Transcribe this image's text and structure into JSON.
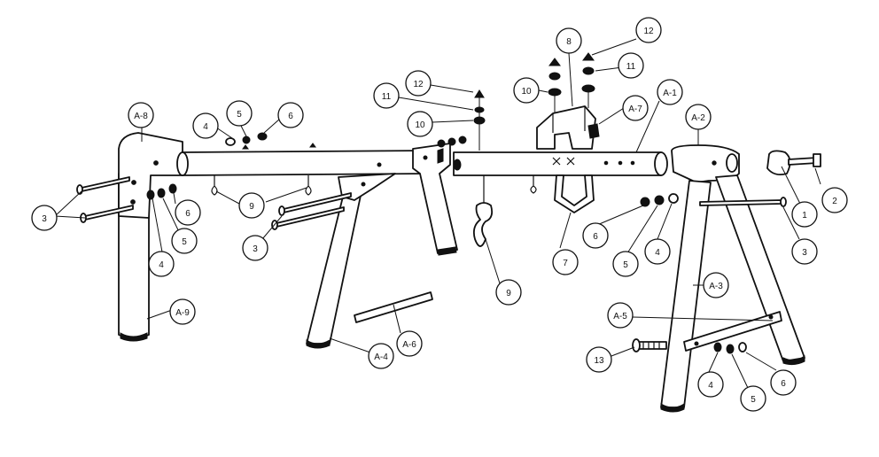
{
  "callouts": {
    "a8": "A-8",
    "a9": "A-9",
    "a1": "A-1",
    "a7": "A-7",
    "a2": "A-2",
    "a3": "A-3",
    "a4": "A-4",
    "a5": "A-5",
    "a6": "A-6",
    "n1": "1",
    "n2": "2",
    "n3_left": "3",
    "n3_mid": "3",
    "n3_right": "3",
    "n4_topleft": "4",
    "n4_left": "4",
    "n4_mid": "4",
    "n4_bottom": "4",
    "n5_topleft": "5",
    "n5_left": "5",
    "n5_mid": "5",
    "n5_bottom": "5",
    "n6_topleft": "6",
    "n6_left": "6",
    "n6_mid": "6",
    "n6_bottom": "6",
    "n7": "7",
    "n8": "8",
    "n9_left": "9",
    "n9_mid": "9",
    "n10_left": "10",
    "n10_right": "10",
    "n11_left": "11",
    "n11_right": "11",
    "n12_left": "12",
    "n12_right": "12",
    "n13": "13"
  }
}
